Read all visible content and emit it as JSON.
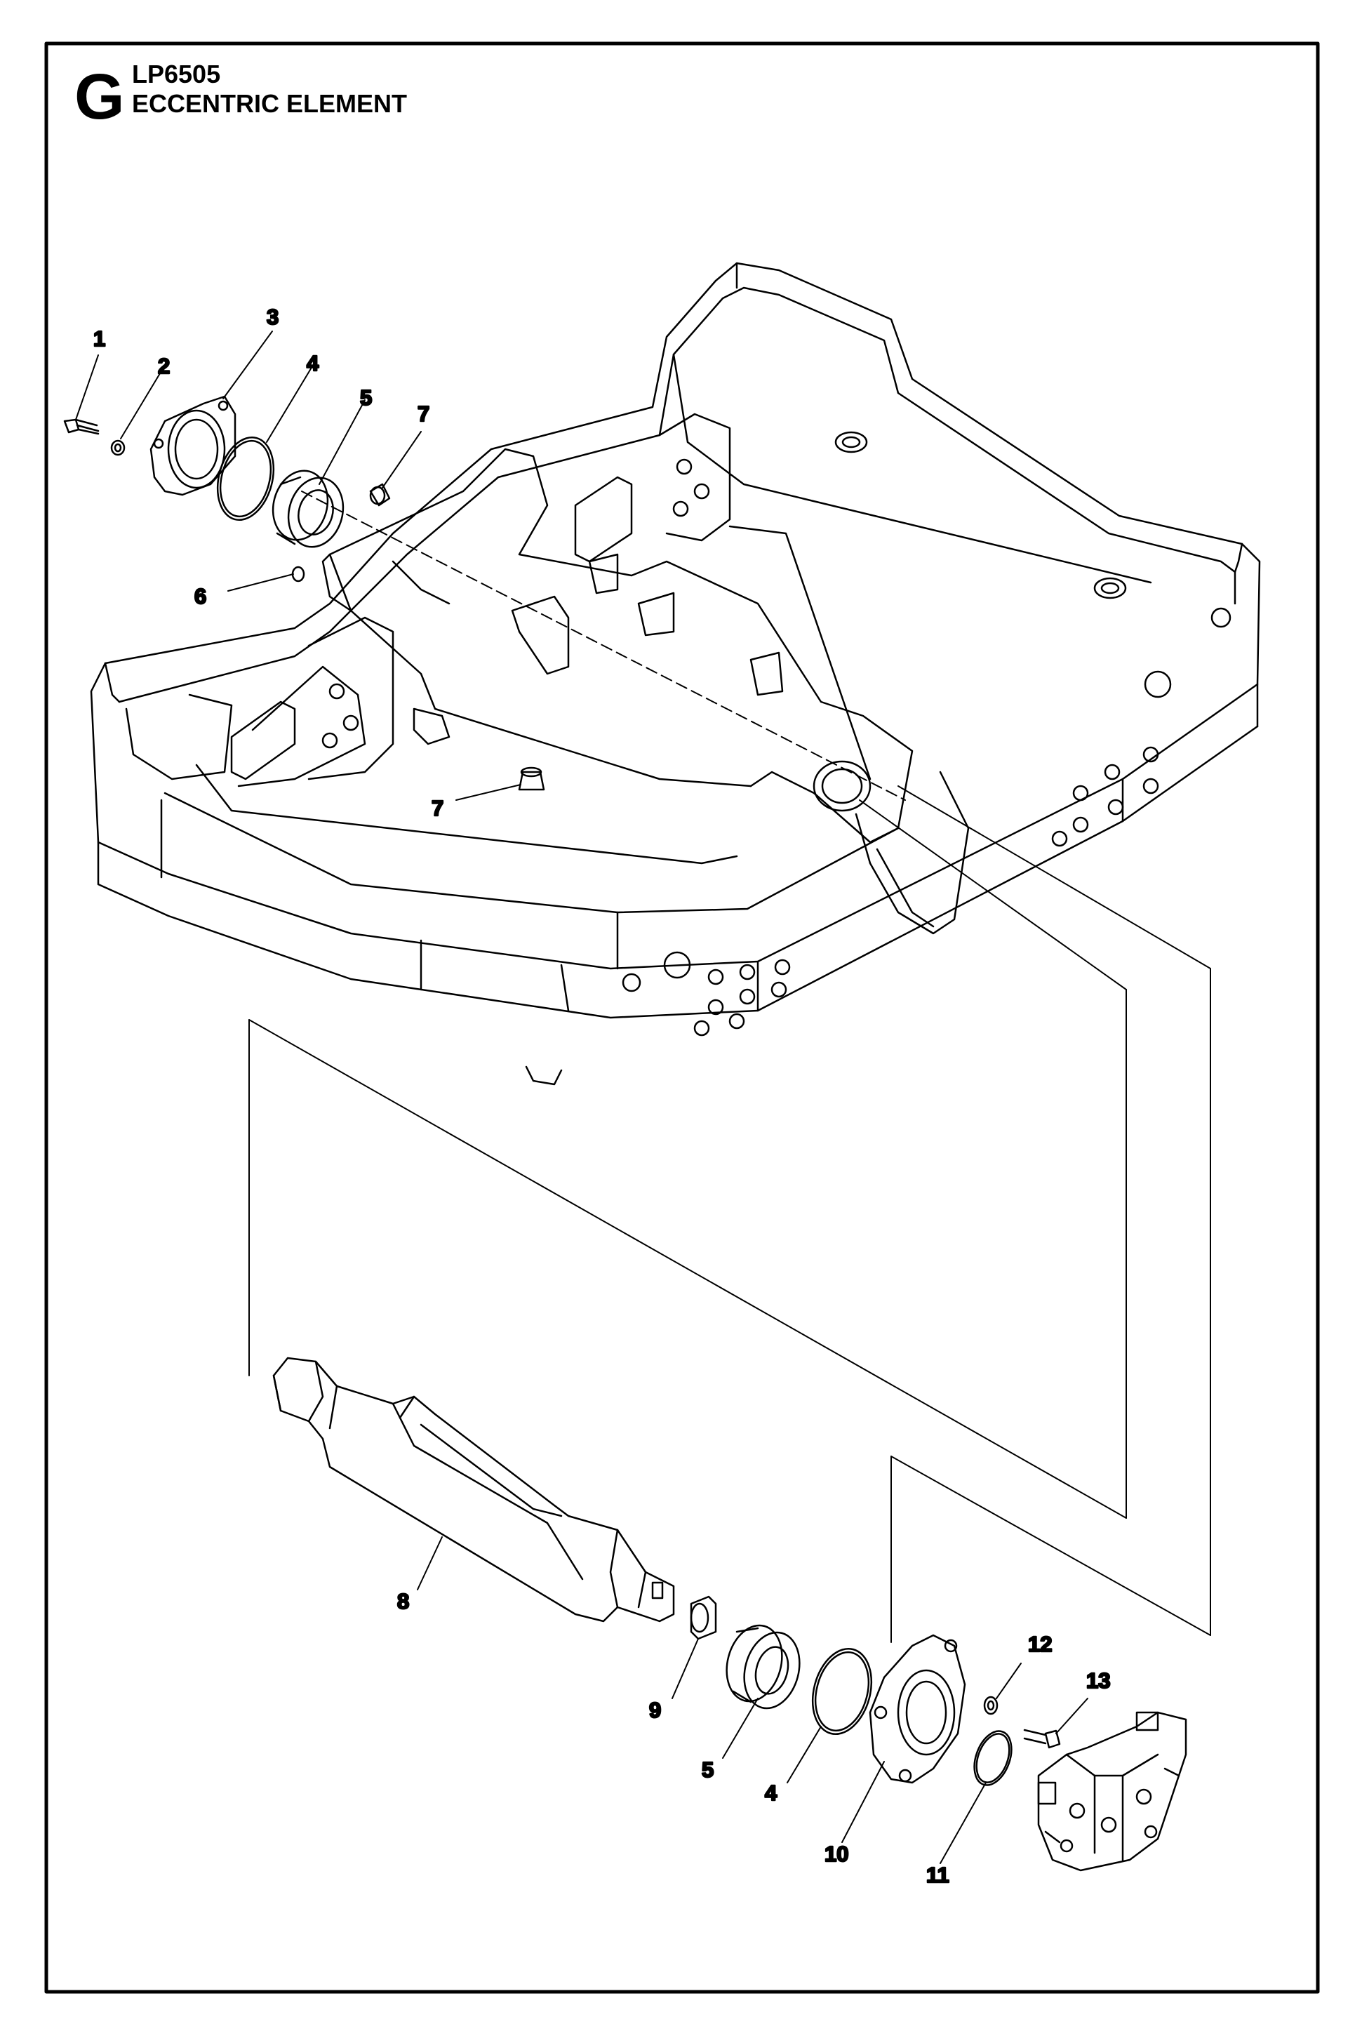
{
  "header": {
    "section_letter": "G",
    "model": "LP6505",
    "title": "ECCENTRIC ELEMENT"
  },
  "callouts": [
    {
      "id": "c1",
      "label": "1"
    },
    {
      "id": "c2",
      "label": "2"
    },
    {
      "id": "c3",
      "label": "3"
    },
    {
      "id": "c4a",
      "label": "4"
    },
    {
      "id": "c5a",
      "label": "5"
    },
    {
      "id": "c7a",
      "label": "7"
    },
    {
      "id": "c6",
      "label": "6"
    },
    {
      "id": "c7b",
      "label": "7"
    },
    {
      "id": "c8",
      "label": "8"
    },
    {
      "id": "c9",
      "label": "9"
    },
    {
      "id": "c5b",
      "label": "5"
    },
    {
      "id": "c4b",
      "label": "4"
    },
    {
      "id": "c10",
      "label": "10"
    },
    {
      "id": "c11",
      "label": "11"
    },
    {
      "id": "c12",
      "label": "12"
    },
    {
      "id": "c13",
      "label": "13"
    }
  ]
}
